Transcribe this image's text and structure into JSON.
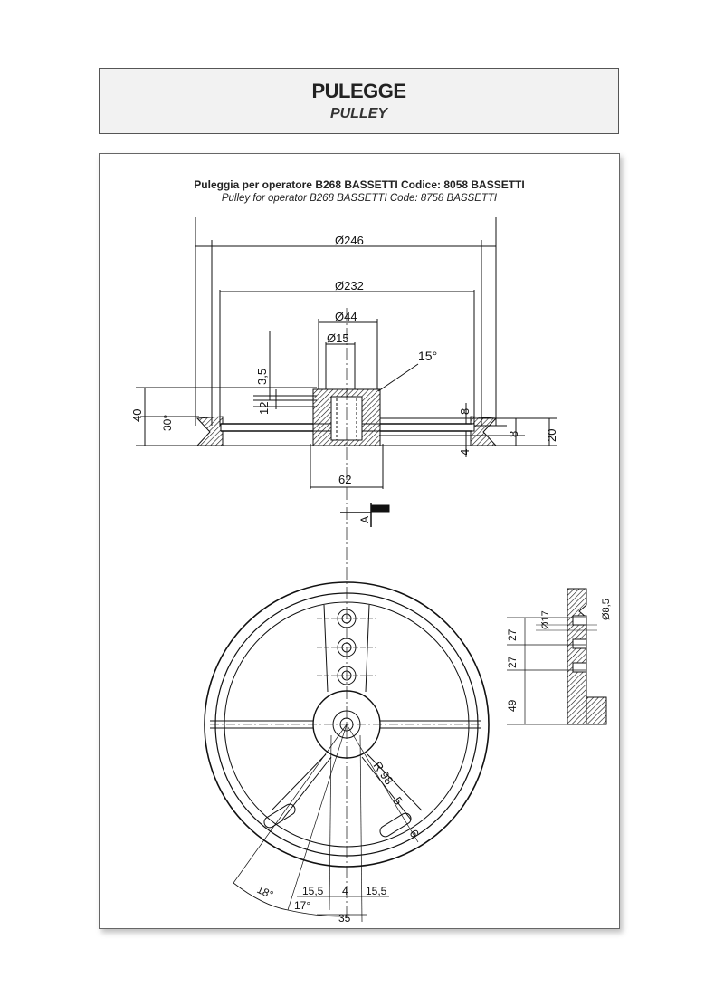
{
  "header": {
    "title": "PULEGGE",
    "subtitle": "PULLEY"
  },
  "card": {
    "title_it": "Puleggia per operatore B268 BASSETTI Codice: 8058 BASSETTI",
    "title_en": "Pulley for operator B268 BASSETTI Code: 8758 BASSETTI"
  },
  "drawing": {
    "dim_246": "Ø246",
    "dim_232": "Ø232",
    "dim_44": "Ø44",
    "dim_15": "Ø15",
    "angle_15": "15°",
    "dim_3_5": "3,5",
    "dim_12": "12",
    "dim_40": "40",
    "angle_30": "30°",
    "dim_8a": "8",
    "dim_8b": "8",
    "dim_4": "4",
    "dim_20": "20",
    "dim_62": "62",
    "section_a": "A",
    "dim_17": "Ø17",
    "dim_8_5": "Ø8,5",
    "dim_27a": "27",
    "dim_27b": "27",
    "dim_49": "49",
    "radius_98": "R 98",
    "dim_5": "5",
    "dim_6": "6",
    "angle_18": "18°",
    "angle_17": "17°",
    "dim_15_5a": "15,5",
    "dim_4b": "4",
    "dim_15_5b": "15,5",
    "dim_35": "35"
  }
}
